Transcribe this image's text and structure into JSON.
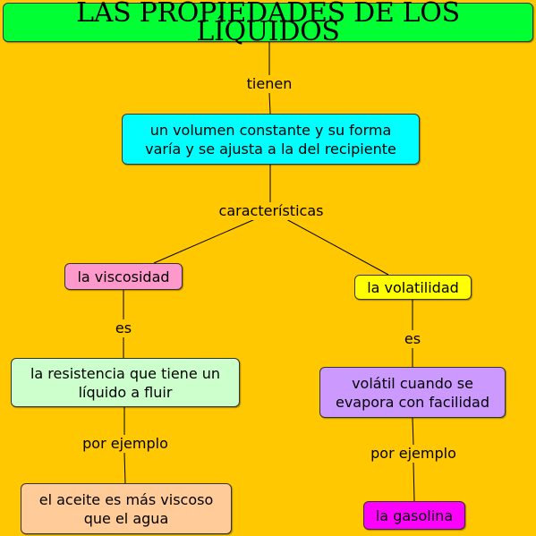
{
  "colors": {
    "background": "#FFC800",
    "title": "#00FF33",
    "volume": "#00FFFF",
    "viscosity": "#FF99CC",
    "volatility": "#FFFF00",
    "resistance": "#CCFFCC",
    "volatile": "#CC99FF",
    "oil": "#FFCC99",
    "gasoline": "#FF00FF"
  },
  "title": "LAS PROPIEDADES DE LOS LÍQUIDOS",
  "nodes": {
    "volume": {
      "line1": "un volumen constante y su forma",
      "line2": "varía y se ajusta a la del recipiente"
    },
    "viscosity": "la viscosidad",
    "volatility": "la volatilidad",
    "resistance": {
      "line1": "la resistencia que tiene un",
      "line2": "líquido a fluir"
    },
    "volatile": {
      "line1": "volátil cuando se",
      "line2": "evapora con facilidad"
    },
    "oil": {
      "line1": "el aceite es más viscoso",
      "line2": "que el agua"
    },
    "gasoline": "la gasolina"
  },
  "links": {
    "tienen": "tienen",
    "caracteristicas": "características",
    "es_left": "es",
    "es_right": "es",
    "ejemplo_left": "por ejemplo",
    "ejemplo_right": "por ejemplo"
  }
}
